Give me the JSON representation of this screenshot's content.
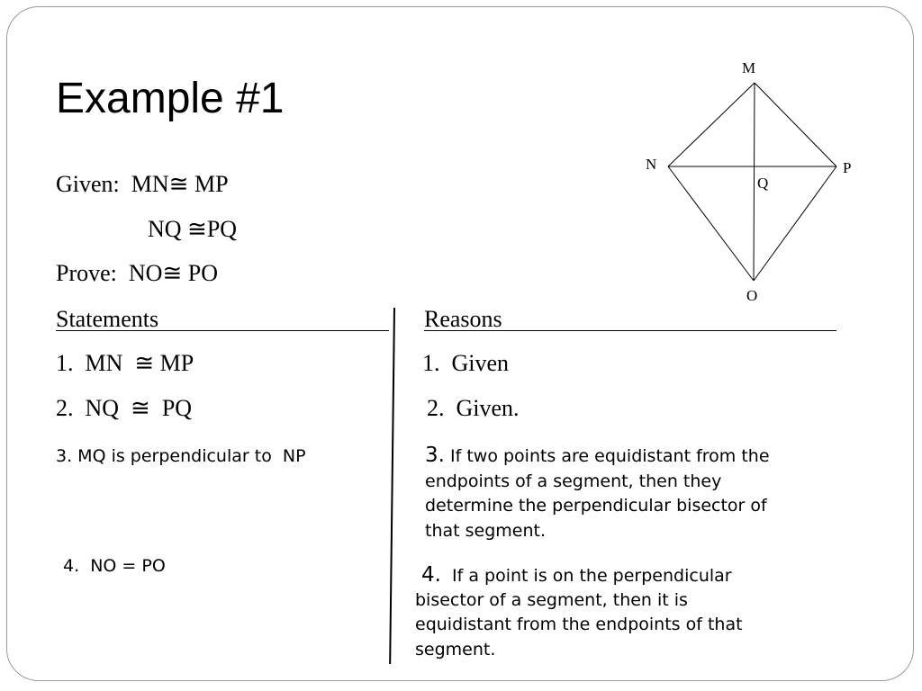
{
  "slide": {
    "title": "Example #1",
    "given_label": "Given:",
    "given_1": "MN≅ MP",
    "given_2": "NQ ≅PQ",
    "prove_label": "Prove:",
    "prove": "NO≅ PO"
  },
  "table": {
    "statements_header": "Statements",
    "reasons_header": "Reasons",
    "rows": [
      {
        "statement": "1.  MN  ≅ MP",
        "reason": "1.  Given"
      },
      {
        "statement": "2.  NQ  ≅  PQ",
        "reason": "2.  Given."
      },
      {
        "statement_num": "3.",
        "statement": " MQ is perpendicular to  NP",
        "reason_num": "3.",
        "reason_lines": [
          " If two points are equidistant from the",
          "endpoints of a segment, then they",
          "determine the perpendicular bisector of",
          "that segment."
        ]
      },
      {
        "statement": "4.  NO = PO",
        "reason_num": "4.",
        "reason_lines": [
          "  If a point is on the perpendicular",
          "bisector of a segment, then it is",
          "equidistant from the endpoints of that",
          "segment."
        ]
      }
    ]
  },
  "diagram": {
    "labels": {
      "M": "M",
      "N": "N",
      "P": "P",
      "Q": "Q",
      "O": "O"
    }
  }
}
